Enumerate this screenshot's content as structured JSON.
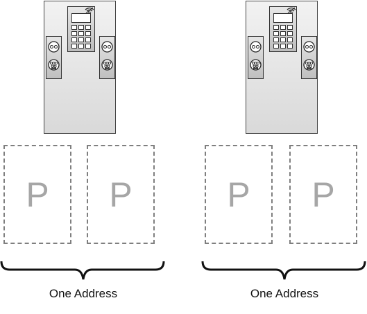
{
  "groups": [
    {
      "bays": [
        {
          "letter": "P"
        },
        {
          "letter": "P"
        }
      ],
      "label": "One Address"
    },
    {
      "bays": [
        {
          "letter": "P"
        },
        {
          "letter": "P"
        }
      ],
      "label": "One Address"
    }
  ],
  "colors": {
    "charger_fill_top": "#f2f2f2",
    "charger_fill_bottom": "#d9d9d9",
    "dashed_border": "#7f7f7f",
    "bay_letter": "#a6a6a6",
    "text": "#111111"
  },
  "icons": [
    "charging-station-icon",
    "wifi-icon",
    "keypad-icon",
    "socket-icon",
    "curly-brace"
  ]
}
